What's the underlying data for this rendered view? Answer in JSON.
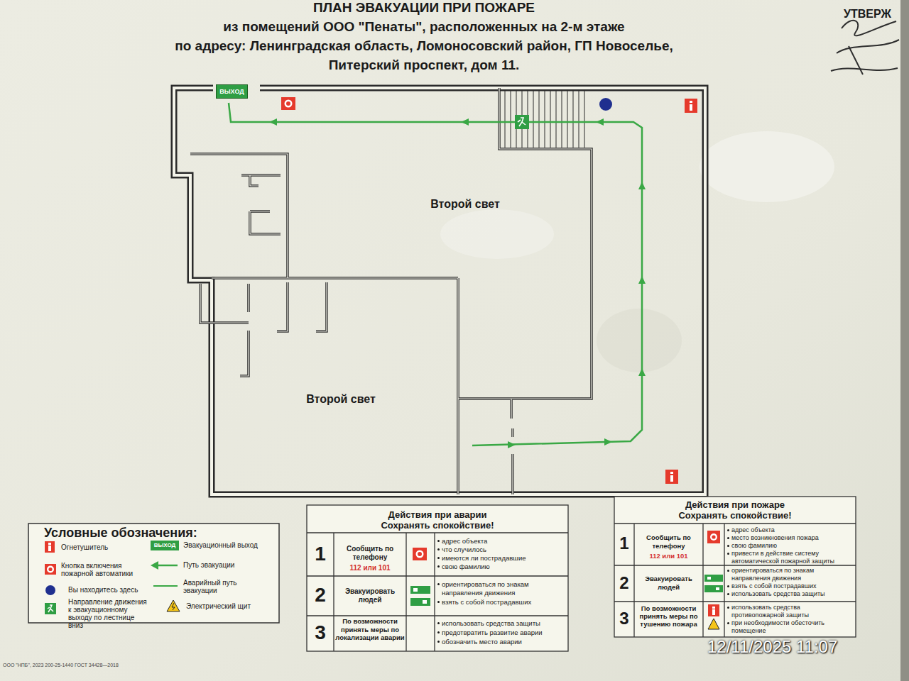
{
  "diagram": {
    "title": "ПЛАН ЭВАКУАЦИИ ПРИ ПОЖАРЕ",
    "nodes": [
      {
        "text": [
          "ВЫХОД"
        ]
      }
    ],
    "labels": [
      "из помещений ООО \"Пенаты\", расположенных на 2-м этаже",
      "по адресу: Ленинградская область, Ломоносовский район, ГП Новоселье,",
      "Питерский проспект, дом 11.",
      "УТВЕРЖ",
      "Второй свет",
      "Второй свет",
      "ВЫХОД",
      "Условные обозначения:",
      "Действия при аварии",
      "Сохранять спокойствие!",
      "1",
      "Сообщить по телефону",
      "112 или 101",
      "адрес объекта",
      "что случилось",
      "имеются ли пострадавшие",
      "свою фамилию",
      "2",
      "Эвакуировать людей",
      "ориентироваться по знакам направления движения",
      "взять с собой пострадавших",
      "3",
      "По возможности принять меры по локализации аварии",
      "использовать средства защиты",
      "предотвратить развитие аварии",
      "обозначить место аварии",
      "Действия при пожаре",
      "Сохранять спокойствие!",
      "1",
      "Сообщить по телефону",
      "112 или 101",
      "адрес объекта",
      "место возникновения пожара",
      "свою фамилию",
      "привести в действие систему автоматической пожарной защиты",
      "2",
      "Эвакуировать людей",
      "ориентироваться по знакам направления движения",
      "взять с собой пострадавших",
      "использовать средства защиты",
      "3",
      "По возможности принять меры по тушению пожара",
      "использовать средства противопожарной защиты",
      "при необходимости обесточить помещение",
      "ООО \"НПБ\", 2023 200-25-1440 ГОСТ 34428—2018",
      "12/11/2025 11:07"
    ],
    "legend": [
      {
        "text": "Огнетушитель",
        "color": "#e53a2c"
      },
      {
        "text": "Эвакуационный выход",
        "color": "#2f9e44"
      },
      {
        "text": "Кнопка включения пожарной автоматики",
        "color": "#e53a2c"
      },
      {
        "text": "Путь эвакуации"
      },
      {
        "text": "Вы находитесь здесь",
        "color": "#1f2f8f"
      },
      {
        "text": "Аварийный путь эвакуации"
      },
      {
        "text": "Направление движения к эвакуационному выходу по лестнице вниз",
        "color": "#2f9e44"
      },
      {
        "text": "Электрический щит"
      }
    ]
  }
}
